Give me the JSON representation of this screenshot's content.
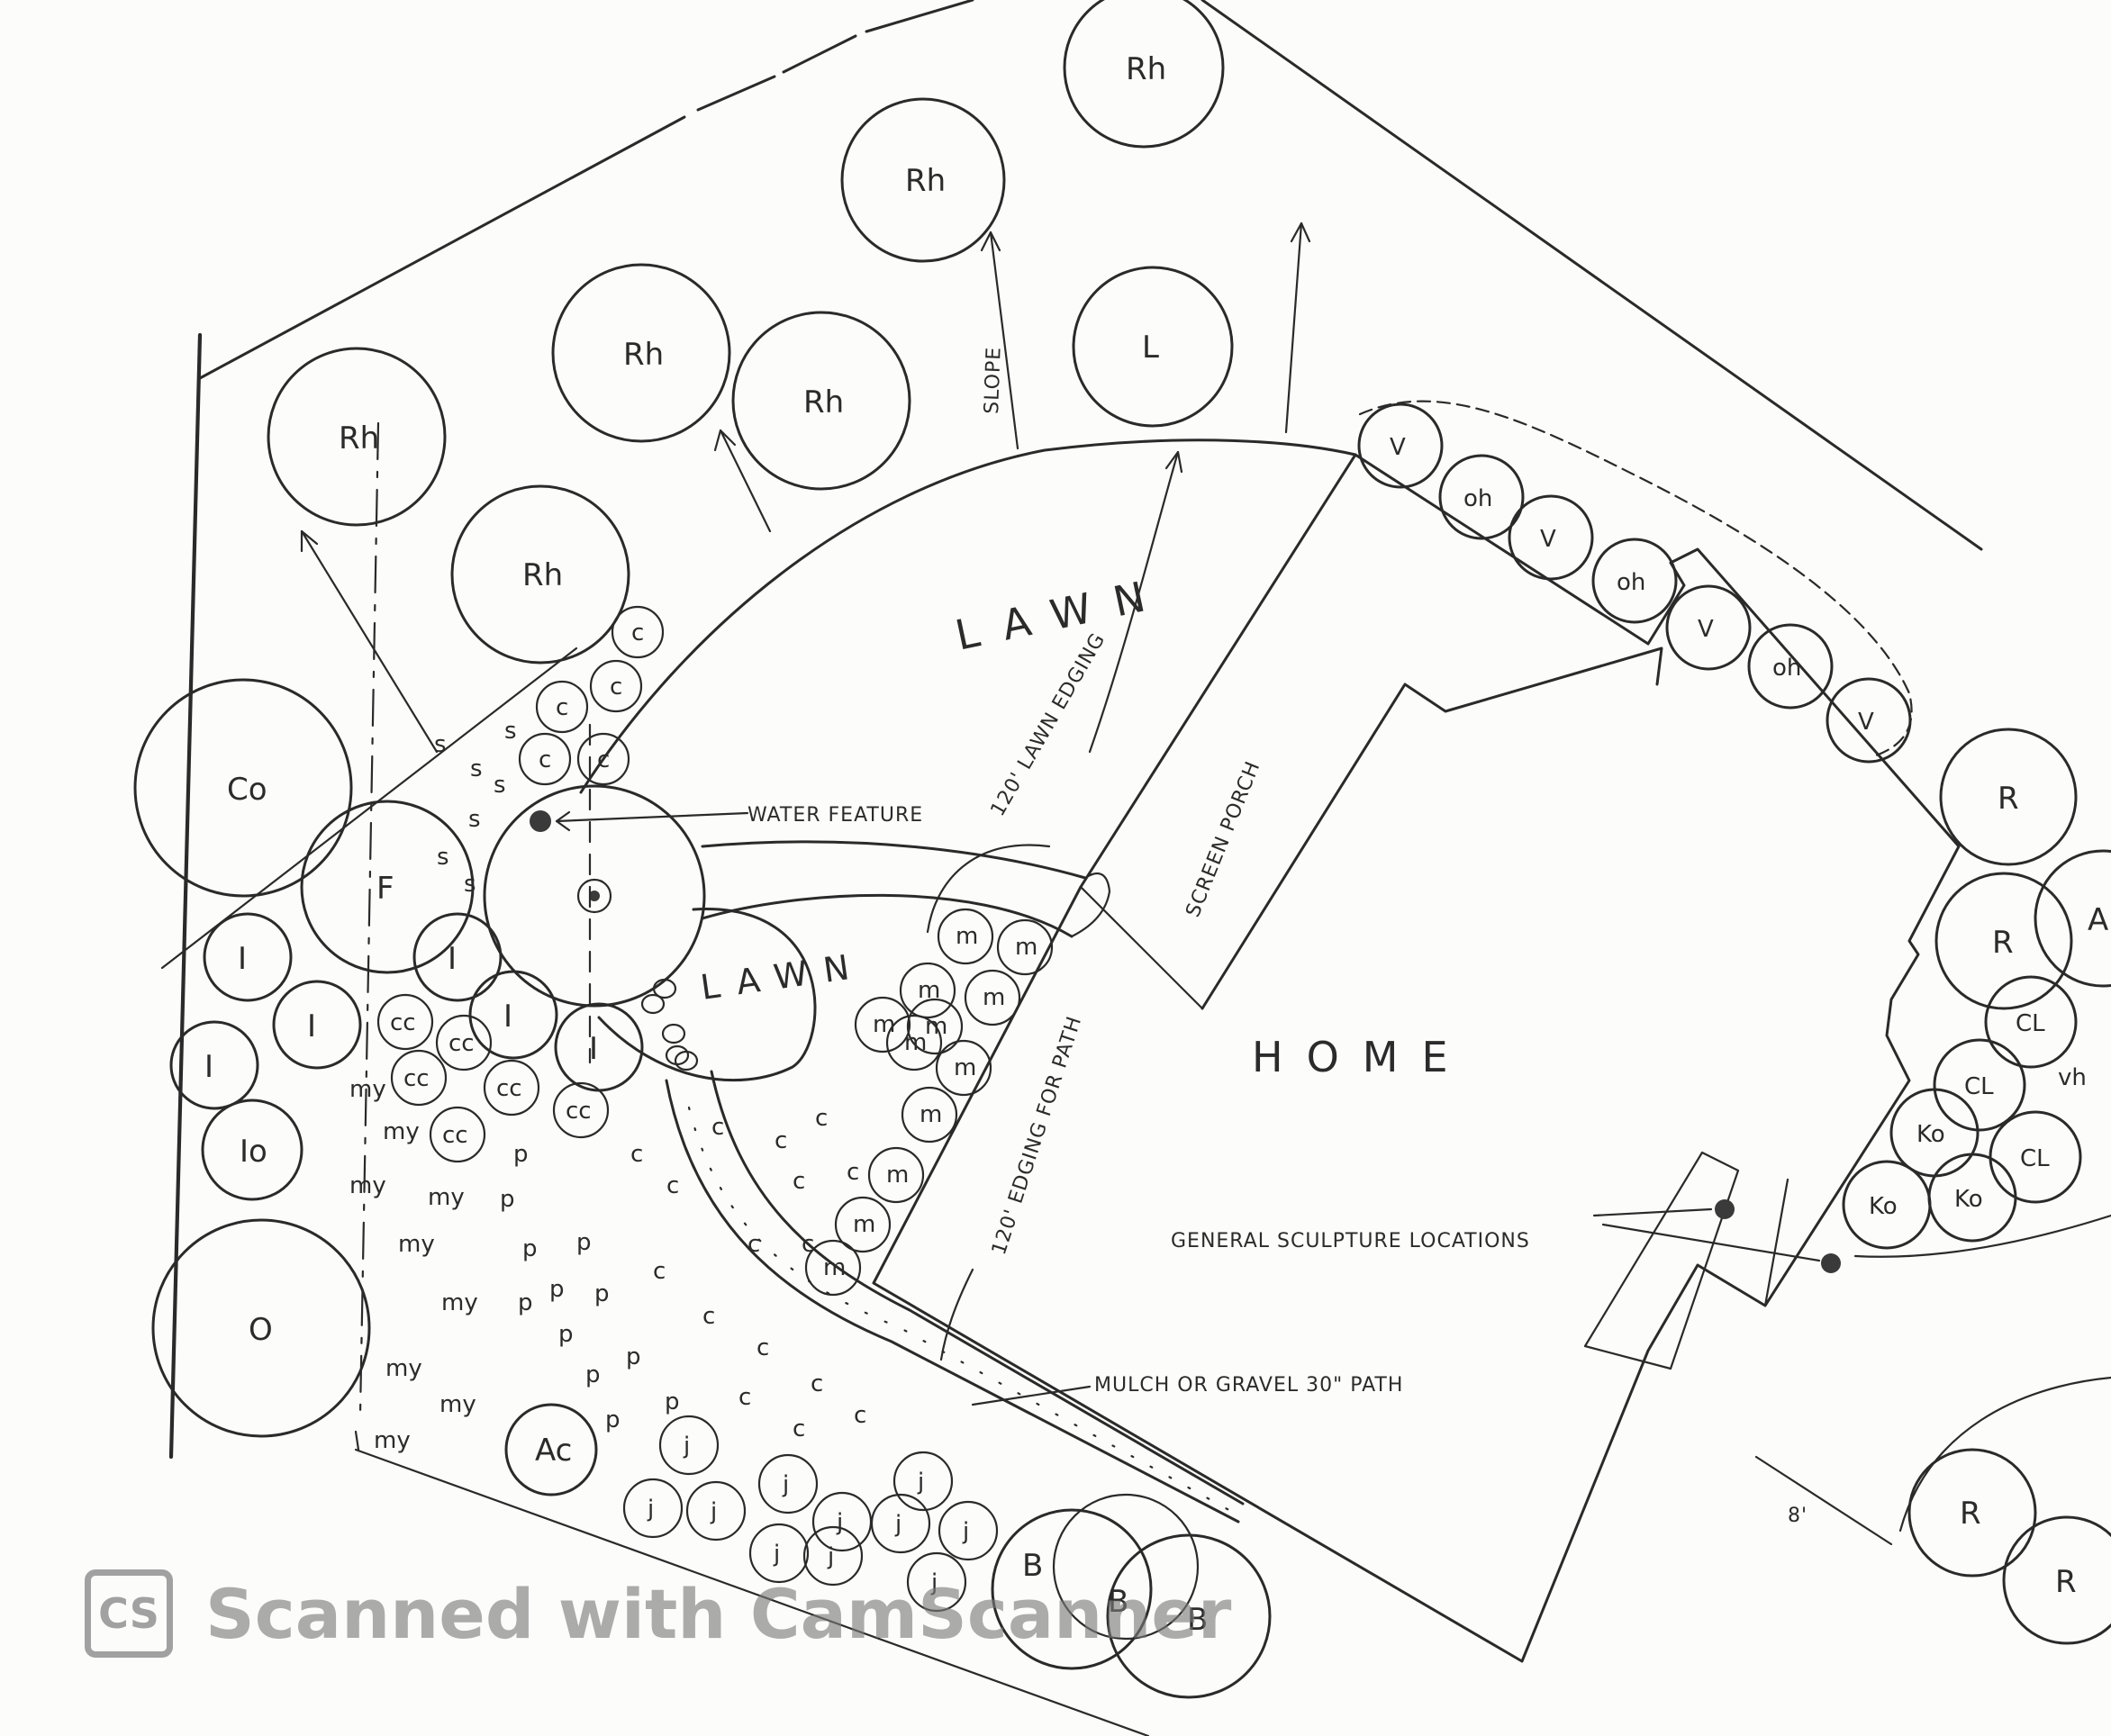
{
  "watermark": {
    "badge": "CS",
    "text": "Scanned with CamScanner"
  },
  "labels": {
    "lawn_upper": "LAWN",
    "lawn_lower": "LAWN",
    "home": "HOME",
    "slope": "SLOPE",
    "screen_porch": "SCREEN PORCH",
    "water_feature": "WATER FEATURE",
    "lawn_edging": "120' LAWN EDGING",
    "path_edging": "120' EDGING FOR PATH",
    "mulch_path": "MULCH OR GRAVEL 30\" PATH",
    "sculpture": "GENERAL SCULPTURE LOCATIONS",
    "dimension": "8'"
  },
  "plants": {
    "rh": "Rh",
    "l": "L",
    "v": "V",
    "oh": "oh",
    "r": "R",
    "a": "A",
    "cl": "CL",
    "vh": "vh",
    "ko": "Ko",
    "co": "Co",
    "f": "F",
    "i": "I",
    "io": "Io",
    "o": "O",
    "c": "c",
    "cc": "cc",
    "my": "my",
    "m": "m",
    "p": "p",
    "ac": "Ac",
    "j": "j",
    "b": "B",
    "s": "s"
  }
}
